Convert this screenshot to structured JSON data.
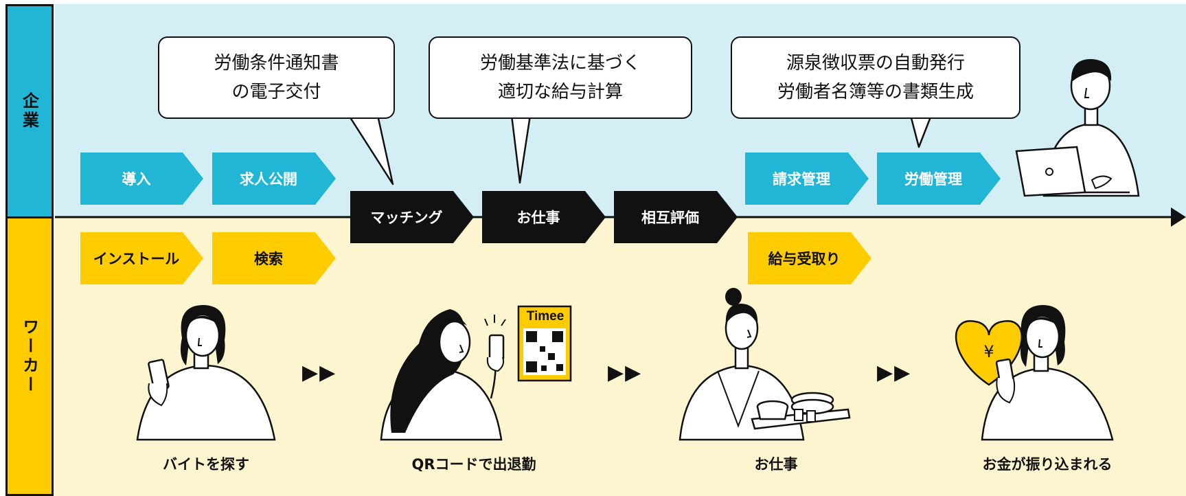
{
  "lanes": {
    "company_label": "企業",
    "worker_label": "ワーカー"
  },
  "company_steps": [
    "導入",
    "求人公開",
    "請求管理",
    "労働管理"
  ],
  "shared_steps": [
    "マッチング",
    "お仕事",
    "相互評価"
  ],
  "worker_steps": [
    "インストール",
    "検索",
    "給与受取り"
  ],
  "bubbles": [
    {
      "line1": "労働条件通知書",
      "line2": "の電子交付"
    },
    {
      "line1": "労働基準法に基づく",
      "line2": "適切な給与計算"
    },
    {
      "line1": "源泉徴収票の自動発行",
      "line2": "労働者名簿等の書類生成"
    }
  ],
  "captions": [
    "バイトを探す",
    "QRコードで出退勤",
    "お仕事",
    "お金が振り込まれる"
  ],
  "app_logo_text": "Timee",
  "heart_symbol": "¥",
  "arrow_glyph": "▶▶",
  "colors": {
    "company_bg": "#d3eff5",
    "worker_bg": "#fdf5cf",
    "cyan": "#22b6d6",
    "yellow": "#ffcc00",
    "black": "#111111",
    "company_label_bg": "#22b6d6",
    "worker_label_bg": "#ffcc00"
  }
}
